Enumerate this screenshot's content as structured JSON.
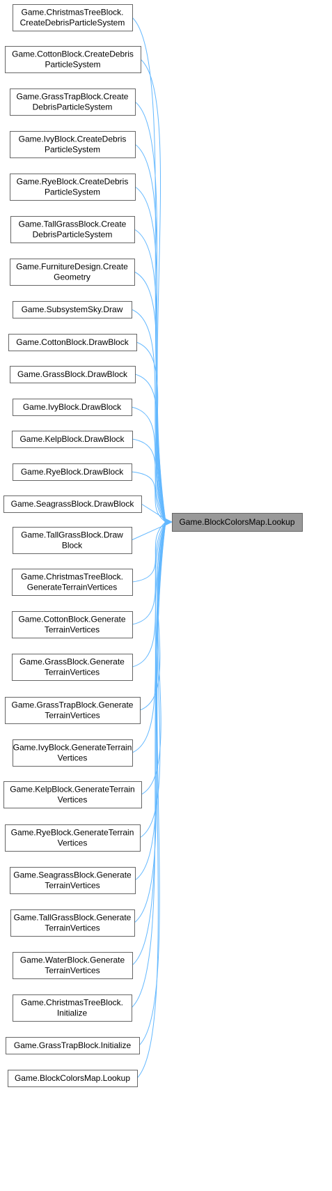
{
  "target": {
    "lines": [
      "Game.BlockColorsMap.Lookup"
    ]
  },
  "callers": [
    {
      "lines": [
        "Game.ChristmasTreeBlock.",
        "CreateDebrisParticleSystem"
      ]
    },
    {
      "lines": [
        "Game.CottonBlock.CreateDebris",
        "ParticleSystem"
      ]
    },
    {
      "lines": [
        "Game.GrassTrapBlock.Create",
        "DebrisParticleSystem"
      ]
    },
    {
      "lines": [
        "Game.IvyBlock.CreateDebris",
        "ParticleSystem"
      ]
    },
    {
      "lines": [
        "Game.RyeBlock.CreateDebris",
        "ParticleSystem"
      ]
    },
    {
      "lines": [
        "Game.TallGrassBlock.Create",
        "DebrisParticleSystem"
      ]
    },
    {
      "lines": [
        "Game.FurnitureDesign.Create",
        "Geometry"
      ]
    },
    {
      "lines": [
        "Game.SubsystemSky.Draw"
      ]
    },
    {
      "lines": [
        "Game.CottonBlock.DrawBlock"
      ]
    },
    {
      "lines": [
        "Game.GrassBlock.DrawBlock"
      ]
    },
    {
      "lines": [
        "Game.IvyBlock.DrawBlock"
      ]
    },
    {
      "lines": [
        "Game.KelpBlock.DrawBlock"
      ]
    },
    {
      "lines": [
        "Game.RyeBlock.DrawBlock"
      ]
    },
    {
      "lines": [
        "Game.SeagrassBlock.DrawBlock"
      ]
    },
    {
      "lines": [
        "Game.TallGrassBlock.Draw",
        "Block"
      ]
    },
    {
      "lines": [
        "Game.ChristmasTreeBlock.",
        "GenerateTerrainVertices"
      ]
    },
    {
      "lines": [
        "Game.CottonBlock.Generate",
        "TerrainVertices"
      ]
    },
    {
      "lines": [
        "Game.GrassBlock.Generate",
        "TerrainVertices"
      ]
    },
    {
      "lines": [
        "Game.GrassTrapBlock.Generate",
        "TerrainVertices"
      ]
    },
    {
      "lines": [
        "Game.IvyBlock.GenerateTerrain",
        "Vertices"
      ]
    },
    {
      "lines": [
        "Game.KelpBlock.GenerateTerrain",
        "Vertices"
      ]
    },
    {
      "lines": [
        "Game.RyeBlock.GenerateTerrain",
        "Vertices"
      ]
    },
    {
      "lines": [
        "Game.SeagrassBlock.Generate",
        "TerrainVertices"
      ]
    },
    {
      "lines": [
        "Game.TallGrassBlock.Generate",
        "TerrainVertices"
      ]
    },
    {
      "lines": [
        "Game.WaterBlock.Generate",
        "TerrainVertices"
      ]
    },
    {
      "lines": [
        "Game.ChristmasTreeBlock.",
        "Initialize"
      ]
    },
    {
      "lines": [
        "Game.GrassTrapBlock.Initialize"
      ]
    },
    {
      "lines": [
        "Game.BlockColorsMap.Lookup"
      ]
    }
  ],
  "colors": {
    "edge": "#63b8ff",
    "node_border": "#666666",
    "target_fill": "#999999",
    "node_fill": "#ffffff"
  }
}
